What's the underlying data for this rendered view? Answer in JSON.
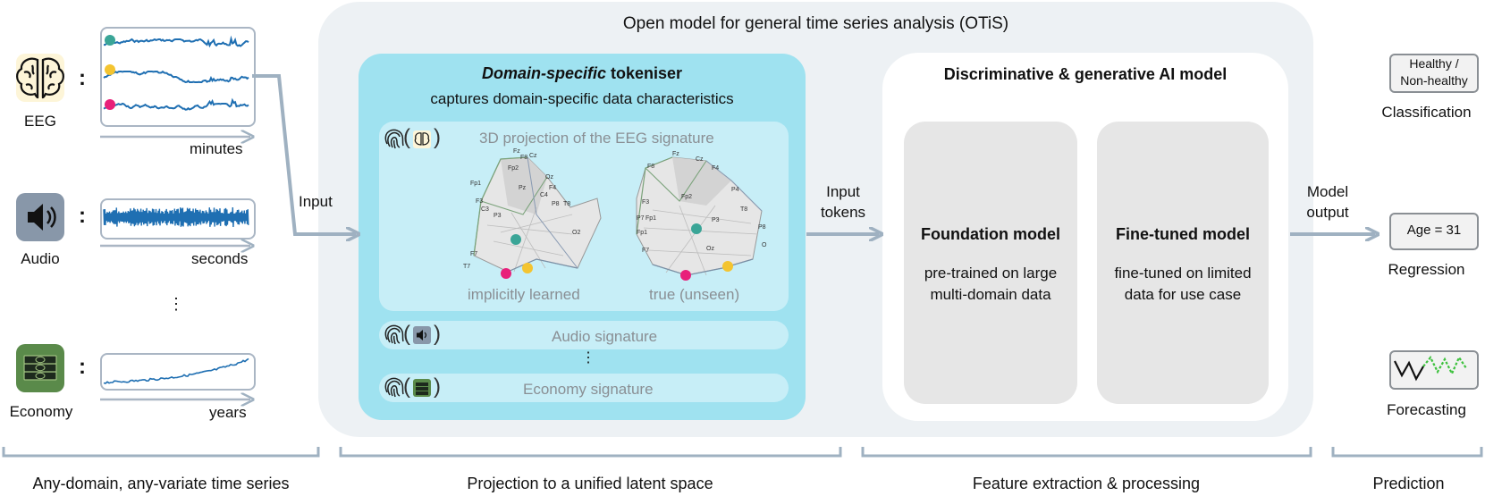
{
  "title": "Open model for general time series analysis (OTiS)",
  "inputs": {
    "eeg": {
      "label": "EEG",
      "unit": "minutes"
    },
    "audio": {
      "label": "Audio",
      "unit": "seconds"
    },
    "economy": {
      "label": "Economy",
      "unit": "years"
    },
    "colon": ":",
    "ellipsis": "⋮"
  },
  "arrows": {
    "input": "Input",
    "input_tokens_1": "Input",
    "input_tokens_2": "tokens",
    "model_output_1": "Model",
    "model_output_2": "output"
  },
  "tokeniser": {
    "title_em": "Domain-specific",
    "title_rest": " tokeniser",
    "subtitle": "captures domain-specific data characteristics",
    "eeg_signature": "3D projection of the EEG signature",
    "learned": "implicitly learned",
    "true_unseen": "true (unseen)",
    "audio_signature": "Audio signature",
    "dots": "⋮",
    "economy_signature": "Economy signature",
    "paren_open": "(",
    "paren_close": ")"
  },
  "electrodes": {
    "left": [
      "F7",
      "Fp1",
      "F3",
      "C3",
      "F8",
      "P8",
      "T8",
      "F4",
      "C4",
      "O2",
      "Fz",
      "Cz",
      "Fp2",
      "T7",
      "P3",
      "Pz",
      "Oz"
    ],
    "right": [
      "F8",
      "Fz",
      "Cz",
      "F4",
      "Fp2",
      "P4",
      "F3",
      "P3",
      "P7",
      "Fp1",
      "F7",
      "T8",
      "P8",
      "O",
      "Oz",
      "Fp1"
    ]
  },
  "ai_model": {
    "title": "Discriminative & generative AI model",
    "foundation": {
      "title": "Foundation model",
      "line1": "pre-trained on large",
      "line2": "multi-domain data"
    },
    "finetuned": {
      "title": "Fine-tuned model",
      "line1": "fine-tuned on limited",
      "line2": "data for use case"
    }
  },
  "outputs": {
    "classification_box_1": "Healthy /",
    "classification_box_2": "Non-healthy",
    "classification": "Classification",
    "regression_box": "Age = 31",
    "regression": "Regression",
    "forecasting": "Forecasting"
  },
  "sections": {
    "s1": "Any-domain, any-variate time series",
    "s2": "Projection to a unified latent space",
    "s3": "Feature extraction & processing",
    "s4": "Prediction"
  },
  "colors": {
    "signal": "#1f6fb2",
    "arrow": "#9fb1c1",
    "teal": "#3aa597",
    "yellow": "#f4c430",
    "pink": "#e8207a",
    "forecast": "#3cc13c"
  }
}
